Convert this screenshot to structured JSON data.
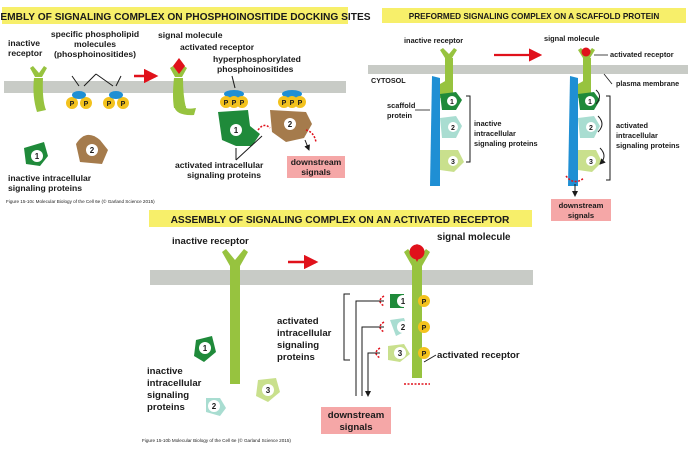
{
  "panel_a": {
    "title": "ASSEMBLY OF SIGNALING COMPLEX ON PHOSPHOINOSITIDE DOCKING SITES",
    "inactive_receptor": [
      "inactive",
      "receptor"
    ],
    "phospholipids": [
      "specific phospholipid",
      "molecules",
      "(phosphoinositides)"
    ],
    "signal_molecule": "signal molecule",
    "activated_receptor": "activated receptor",
    "hyper": [
      "hyperphosphorylated",
      "phosphoinositides"
    ],
    "inactive_proteins": [
      "inactive intracellular",
      "signaling proteins"
    ],
    "activated_proteins": [
      "activated intracellular",
      "signaling proteins"
    ],
    "downstream": [
      "downstream",
      "signals"
    ],
    "caption": "Figure 15-10c Molecular Biology of the Cell 6e (© Garland Science 2015)"
  },
  "panel_b": {
    "title": "PREFORMED SIGNALING COMPLEX ON A SCAFFOLD PROTEIN",
    "inactive_receptor": "inactive receptor",
    "signal_molecule": "signal molecule",
    "activated_receptor": "activated receptor",
    "cytosol": "CYTOSOL",
    "plasma_membrane": "plasma membrane",
    "scaffold": [
      "scaffold",
      "protein"
    ],
    "inactive_proteins": [
      "inactive",
      "intracellular",
      "signaling proteins"
    ],
    "activated_proteins": [
      "activated",
      "intracellular",
      "signaling proteins"
    ],
    "downstream": [
      "downstream",
      "signals"
    ]
  },
  "panel_c": {
    "title": "ASSEMBLY OF SIGNALING COMPLEX ON AN ACTIVATED RECEPTOR",
    "inactive_receptor": "inactive receptor",
    "signal_molecule": "signal molecule",
    "activated_proteins": [
      "activated",
      "intracellular",
      "signaling",
      "proteins"
    ],
    "inactive_proteins": [
      "inactive",
      "intracellular",
      "signaling",
      "proteins"
    ],
    "activated_receptor": "activated receptor",
    "downstream": [
      "downstream",
      "signals"
    ],
    "caption": "Figure 15-10b Molecular Biology of the Cell 6e (© Garland Science 2015)"
  },
  "glyphs": {
    "p": "P",
    "n1": "1",
    "n2": "2",
    "n3": "3"
  },
  "colors": {
    "title_bg": "#f7ef6a",
    "membrane": "#c8cbc6",
    "receptor": "#97c33f",
    "signal": "#e0111b",
    "phosphate": "#f3c21d",
    "downstream_bg": "#f5a7a7",
    "protein1": "#1f8a3a",
    "protein2": "#a57b4c",
    "scaffold": "#1f8fd4"
  }
}
